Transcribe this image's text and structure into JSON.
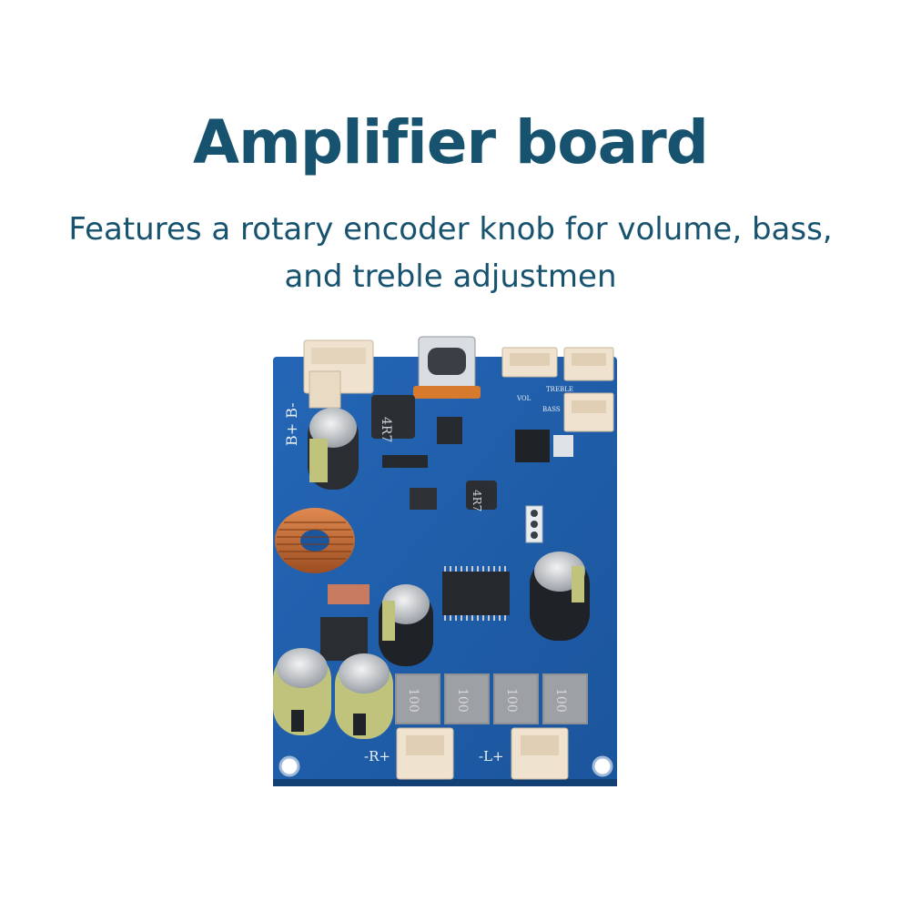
{
  "title": "Amplifier board",
  "subtitle": "Features a rotary encoder knob for volume, bass, and treble adjustmen",
  "board": {
    "power_label": "B+ B-",
    "inductor_label_1": "4R7",
    "inductor_label_2": "4R7",
    "vol_label": "VOL",
    "treble_label": "TREBLE",
    "bass_label": "BASS",
    "right_out_label": "-R+",
    "left_out_label": "-L+",
    "choke_labels": [
      "100",
      "100",
      "100",
      "100"
    ],
    "colors": {
      "pcb": "#1f5fae",
      "pcb_dark": "#184f93",
      "connector": "#efe2cf",
      "capacitor": "#c8c88a",
      "copper": "#c9713d",
      "title": "#17536f"
    }
  }
}
